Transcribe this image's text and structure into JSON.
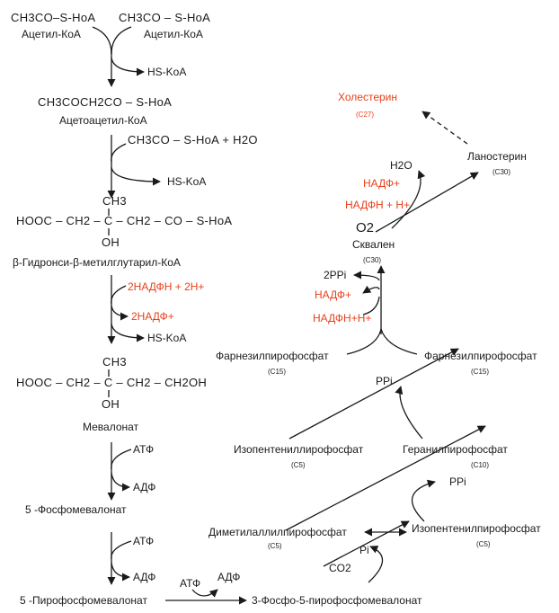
{
  "left": {
    "acetyl_left_formula": "CH3CO–S-HoA",
    "acetyl_left_name": "Ацетил-КоА",
    "acetyl_right_formula": "CH3CO – S-HoA",
    "acetyl_right_name": "Ацетил-КоА",
    "hs_koa_1": "HS-KoA",
    "acetoacetyl_formula": "CH3COCH2CO – S-HoA",
    "acetoacetyl_name": "Ацетоацетил-КоА",
    "acetyl_plus_water": "CH3CO – S-HoA + H2O",
    "hs_koa_2": "HS-KoA",
    "hmg_ch3": "CH3",
    "hmg_chain": "HOOC – CH2 – C – CH2 – CO – S-HoA",
    "hmg_oh": "OH",
    "hmg_name": "β-Гидронси-β-метилглутарил-КоА",
    "nadph_2": "2НАДФН + 2Н+",
    "nadp_2": "2НАДФ+",
    "hs_koa_3": "HS-KoA",
    "mev_ch3": "CH3",
    "mev_chain": "HOOC – CH2 – C – CH2 – CH2OH",
    "mev_oh": "OH",
    "mevalonate_name": "Мевалонат",
    "atp_1": "АТФ",
    "adp_1": "АДФ",
    "phosphomevalonate": "5 -Фосфомевалонат",
    "atp_2": "АТФ",
    "adp_2": "АДФ",
    "pyrophosphomevalonate": "5 -Пирофосфомевалонат",
    "atp_3": "АТФ",
    "adp_3": "АДФ",
    "phospho_pyrophospho": "3-Фосфо-5-пирофосфомевалонат"
  },
  "right": {
    "cholesterol": "Холестерин",
    "cholesterol_c": "(C27)",
    "lanosterol": "Ланостерин",
    "lanosterol_c": "(C30)",
    "h2o": "H2O",
    "nadp_plus": "НАДФ+",
    "nadph_h": "НАДФН + Н+",
    "o2": "O2",
    "squalene": "Сквален",
    "squalene_c": "(C30)",
    "ppi_2": "2PPi",
    "nadp_plus_2": "НАДФ+",
    "nadph_h_2": "НАДФН+Н+",
    "farnesyl_left": "Фарнезилпирофосфат",
    "farnesyl_left_c": "(C15)",
    "farnesyl_right": "Фарнезилпирофосфат",
    "farnesyl_right_c": "(C15)",
    "ppi_a": "PPi",
    "ipp_1": "Изопентениллирофосфат",
    "ipp_1_c": "(C5)",
    "geranyl": "Геранилпирофосфат",
    "geranyl_c": "(C10)",
    "ppi_b": "PPi",
    "dmapp": "Диметилаллилпирофосфат",
    "dmapp_c": "(C5)",
    "ipp_2": "Изопентенилпирофосфат",
    "ipp_2_c": "(C5)",
    "pi": "Pi",
    "co2": "CO2"
  },
  "colors": {
    "red": "#e8401c",
    "ink": "#1a1a1a"
  }
}
